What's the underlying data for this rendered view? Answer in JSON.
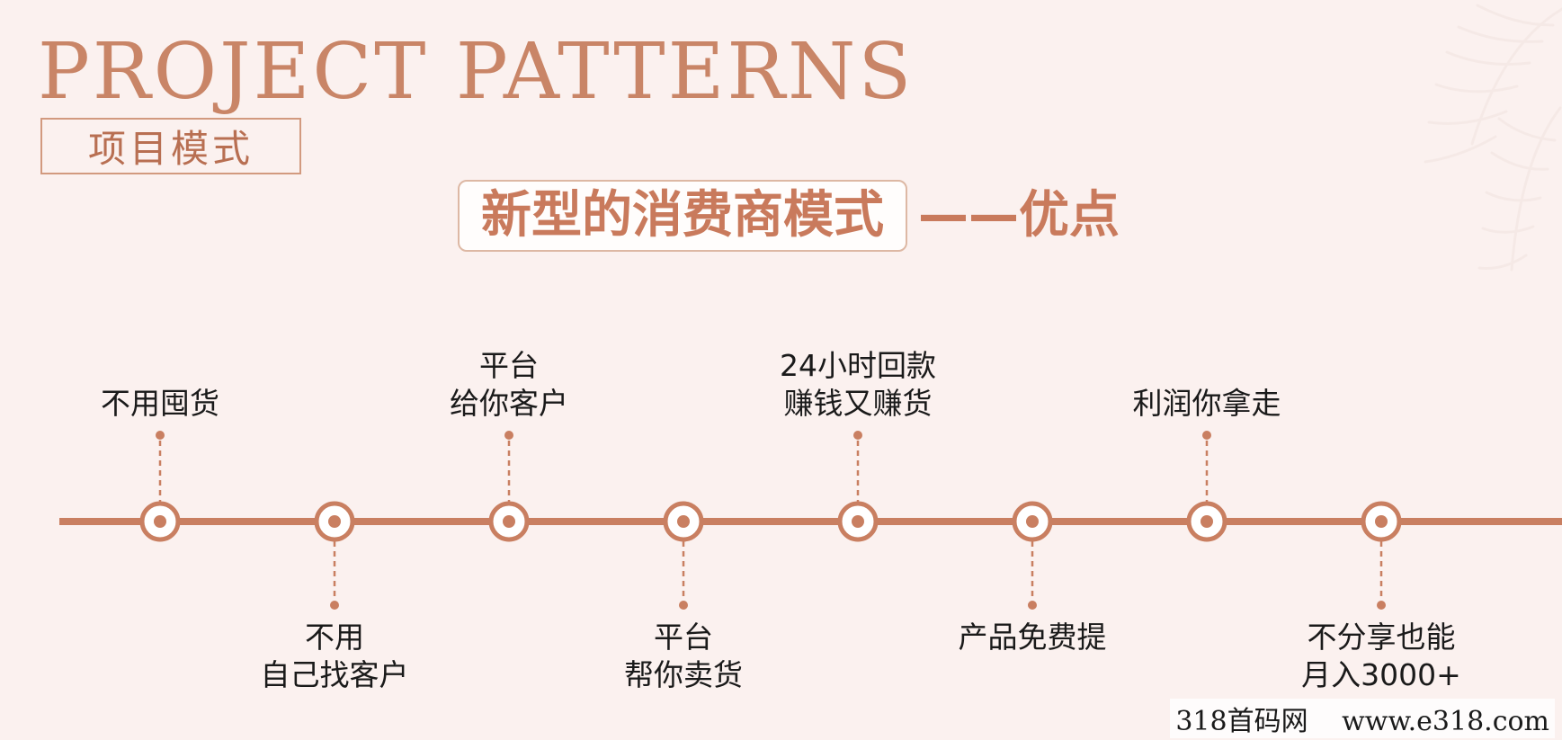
{
  "heading": {
    "english": "PROJECT PATTERNS",
    "chinese": "项目模式"
  },
  "title": {
    "main": "新型的消费商模式",
    "suffix": "——优点"
  },
  "colors": {
    "accent": "#c98567",
    "timeline": "#c97f61",
    "background": "#fbf1ef"
  },
  "timeline": {
    "items": [
      {
        "position": "top",
        "lines": [
          "不用囤货"
        ]
      },
      {
        "position": "bottom",
        "lines": [
          "不用",
          "自己找客户"
        ]
      },
      {
        "position": "top",
        "lines": [
          "平台",
          "给你客户"
        ]
      },
      {
        "position": "bottom",
        "lines": [
          "平台",
          "帮你卖货"
        ]
      },
      {
        "position": "top",
        "lines": [
          "24小时回款",
          "赚钱又赚货"
        ]
      },
      {
        "position": "bottom",
        "lines": [
          "产品免费提"
        ]
      },
      {
        "position": "top",
        "lines": [
          "利润你拿走"
        ]
      },
      {
        "position": "bottom",
        "lines": [
          "不分享也能",
          "月入3000+"
        ]
      }
    ]
  },
  "watermark": {
    "left": "318首码网",
    "right": "www.e318.com"
  }
}
